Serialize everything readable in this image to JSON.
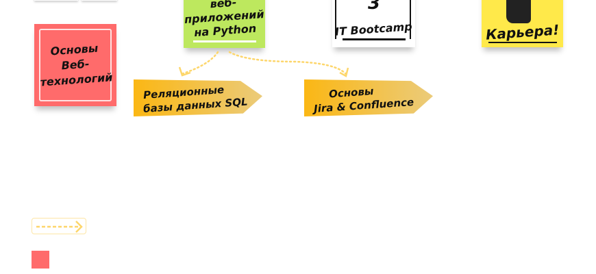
{
  "notes": {
    "red": {
      "lines": [
        "Основы",
        "Веб-",
        "технологий"
      ],
      "color": "#ff6b6b"
    },
    "green": {
      "lines": [
        "веб-",
        "приложений",
        "на Python"
      ],
      "color": "#bde85e"
    },
    "white": {
      "text": "IT Bootcamp",
      "color": "#ffffff"
    },
    "yellow": {
      "text": "Карьера!",
      "color": "#ffe94a"
    }
  },
  "tags": {
    "sql": {
      "lines": [
        "Реляционные",
        "базы данных SQL"
      ]
    },
    "jira": {
      "lines": [
        "Основы",
        "Jira & Confluence"
      ]
    }
  },
  "legend": {
    "arrow_color": "#fdd66b",
    "square_color": "#ff6b6b"
  }
}
